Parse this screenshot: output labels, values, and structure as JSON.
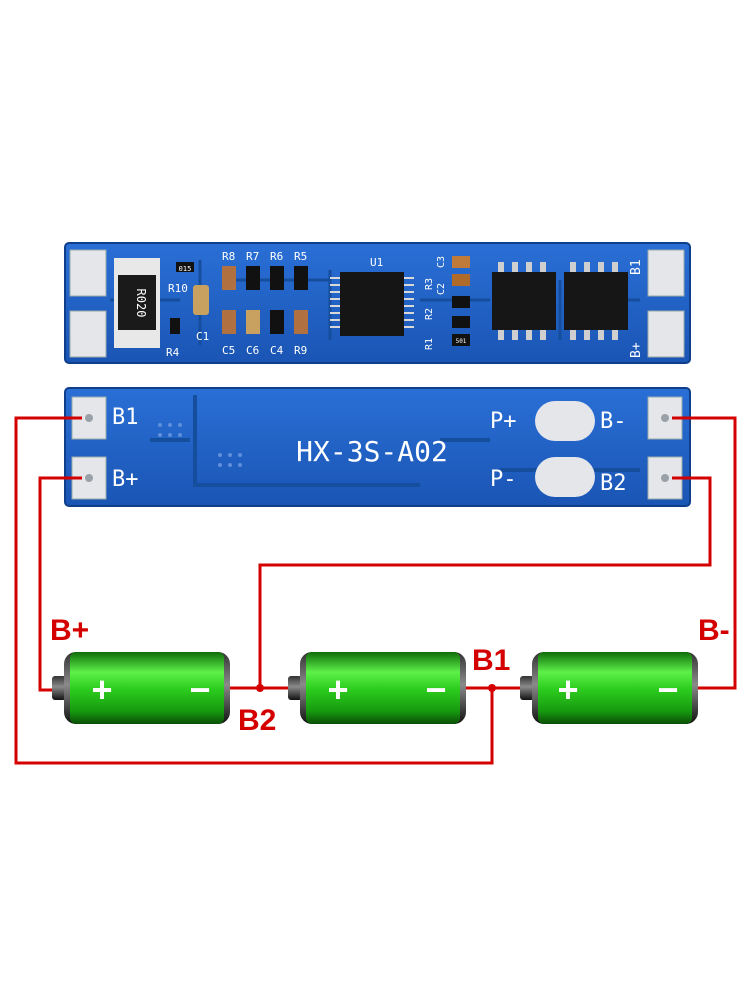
{
  "colors": {
    "board": "#1e5fc4",
    "board_dark": "#134a9e",
    "pad": "#e4e6ea",
    "wire": "#d40000",
    "battery_green": "#2ecf1f",
    "battery_cap": "#1a1a1a"
  },
  "top_board": {
    "resistor_code": "R020",
    "small_code": "015",
    "ic_label": "U1",
    "labels": [
      "R10",
      "R8",
      "R7",
      "R6",
      "R5",
      "C1",
      "R4",
      "C5",
      "C6",
      "C4",
      "R9",
      "R1",
      "R2",
      "R3",
      "C2",
      "C3",
      "B1",
      "B+"
    ],
    "cap_code": "501"
  },
  "bottom_board": {
    "model": "HX-3S-A02",
    "left_pads": [
      "B1",
      "B+"
    ],
    "right_pads": [
      "B-",
      "B2"
    ],
    "inner_labels": [
      "P+",
      "P-"
    ]
  },
  "wiring": {
    "labels": [
      "B+",
      "B2",
      "B1",
      "B-"
    ]
  },
  "batteries": [
    {
      "plus": "+",
      "minus": "−"
    },
    {
      "plus": "+",
      "minus": "−"
    },
    {
      "plus": "+",
      "minus": "−"
    }
  ]
}
